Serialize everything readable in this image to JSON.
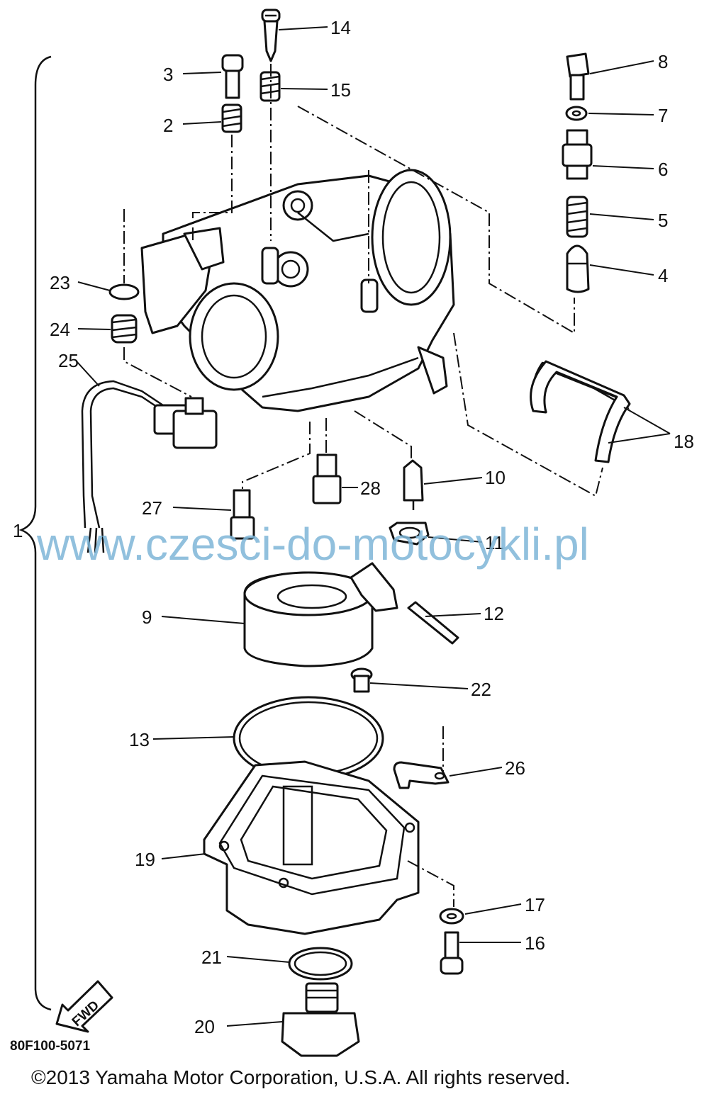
{
  "diagram": {
    "callouts": [
      "1",
      "2",
      "3",
      "4",
      "5",
      "6",
      "7",
      "8",
      "9",
      "10",
      "11",
      "12",
      "13",
      "14",
      "15",
      "16",
      "17",
      "18",
      "19",
      "20",
      "21",
      "22",
      "23",
      "24",
      "25",
      "26",
      "27",
      "28"
    ],
    "drawing_code": "80F100-5071",
    "fwd_label": "FWD",
    "watermark": "www.czesci-do-motocykli.pl",
    "copyright": "©2013 Yamaha Motor Corporation, U.S.A. All rights reserved."
  }
}
